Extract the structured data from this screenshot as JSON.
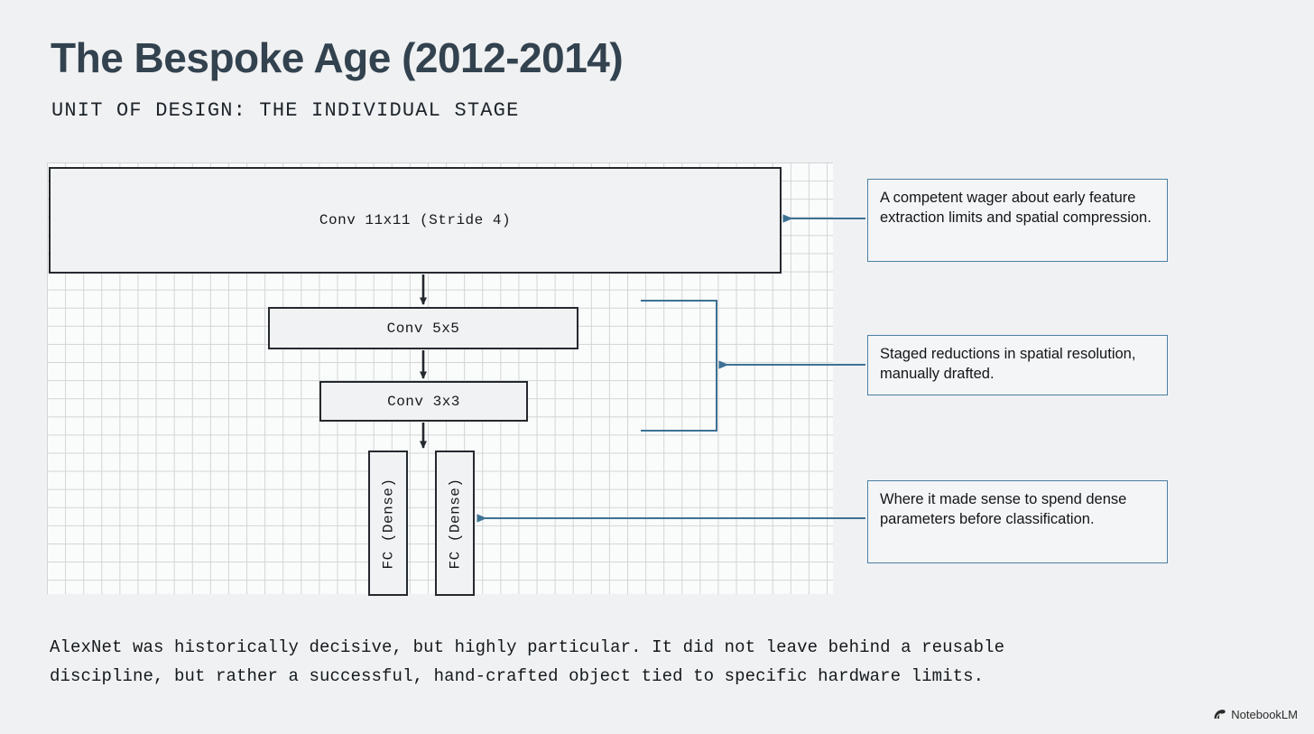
{
  "header": {
    "title": "The Bespoke Age (2012-2014)",
    "subtitle": "UNIT OF DESIGN: THE INDIVIDUAL STAGE"
  },
  "diagram": {
    "layers": [
      {
        "id": "conv11",
        "label": "Conv 11x11 (Stride 4)"
      },
      {
        "id": "conv5",
        "label": "Conv 5x5"
      },
      {
        "id": "conv3",
        "label": "Conv 3x3"
      },
      {
        "id": "fc1",
        "label": "FC (Dense)"
      },
      {
        "id": "fc2",
        "label": "FC (Dense)"
      }
    ]
  },
  "annotations": [
    {
      "id": "a1",
      "text": "A competent wager about early feature extraction limits and spatial compression."
    },
    {
      "id": "a2",
      "text": "Staged reductions in spatial resolution, manually drafted."
    },
    {
      "id": "a3",
      "text": "Where it made sense to spend dense parameters before classification."
    }
  ],
  "caption": {
    "line1": "AlexNet was historically decisive, but highly particular. It did not leave behind a reusable",
    "line2": "discipline, but rather a successful, hand-crafted object tied to specific hardware limits."
  },
  "watermark": {
    "label": "NotebookLM",
    "icon": "notebooklm-swirl-icon"
  },
  "colors": {
    "page_background": "#f0f1f2",
    "title": "#33424f",
    "box_border": "#24292e",
    "annotation_border": "#4a7fa3",
    "connector": "#3d7294",
    "grid_line": "#d3d4d6"
  }
}
